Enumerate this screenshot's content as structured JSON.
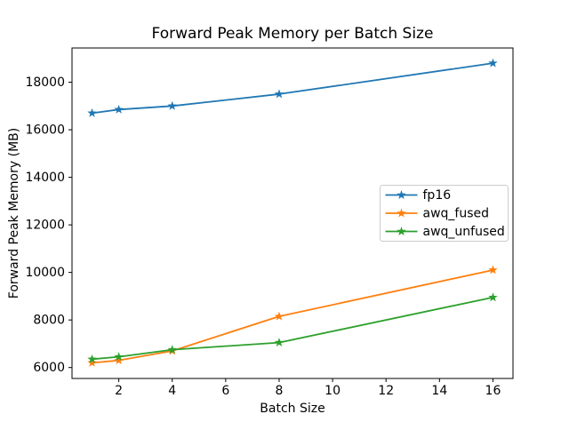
{
  "figure": {
    "background": "#ffffff"
  },
  "chart_data": {
    "type": "line",
    "title": "Forward Peak Memory per Batch Size",
    "xlabel": "Batch Size",
    "ylabel": "Forward Peak Memory (MB)",
    "x": [
      1,
      2,
      4,
      8,
      16
    ],
    "series": [
      {
        "name": "fp16",
        "color": "#1f77b4",
        "marker": "star",
        "values": [
          16700,
          16850,
          17000,
          17500,
          18800
        ]
      },
      {
        "name": "awq_fused",
        "color": "#ff7f0e",
        "marker": "star",
        "values": [
          6200,
          6300,
          6700,
          8150,
          10100
        ]
      },
      {
        "name": "awq_unfused",
        "color": "#2ca02c",
        "marker": "star",
        "values": [
          6350,
          6450,
          6750,
          7050,
          8950
        ]
      }
    ],
    "xlim": [
      0.25,
      16.75
    ],
    "ylim": [
      5540,
      19440
    ],
    "xticks": [
      2,
      4,
      6,
      8,
      10,
      12,
      14,
      16
    ],
    "yticks": [
      6000,
      8000,
      10000,
      12000,
      14000,
      16000,
      18000
    ],
    "grid": false,
    "legend": {
      "position": "center-right",
      "border_color": "#cccccc",
      "background": "#ffffff",
      "entries": [
        "fp16",
        "awq_fused",
        "awq_unfused"
      ]
    },
    "spine_color": "#000000",
    "tick_color": "#000000"
  }
}
